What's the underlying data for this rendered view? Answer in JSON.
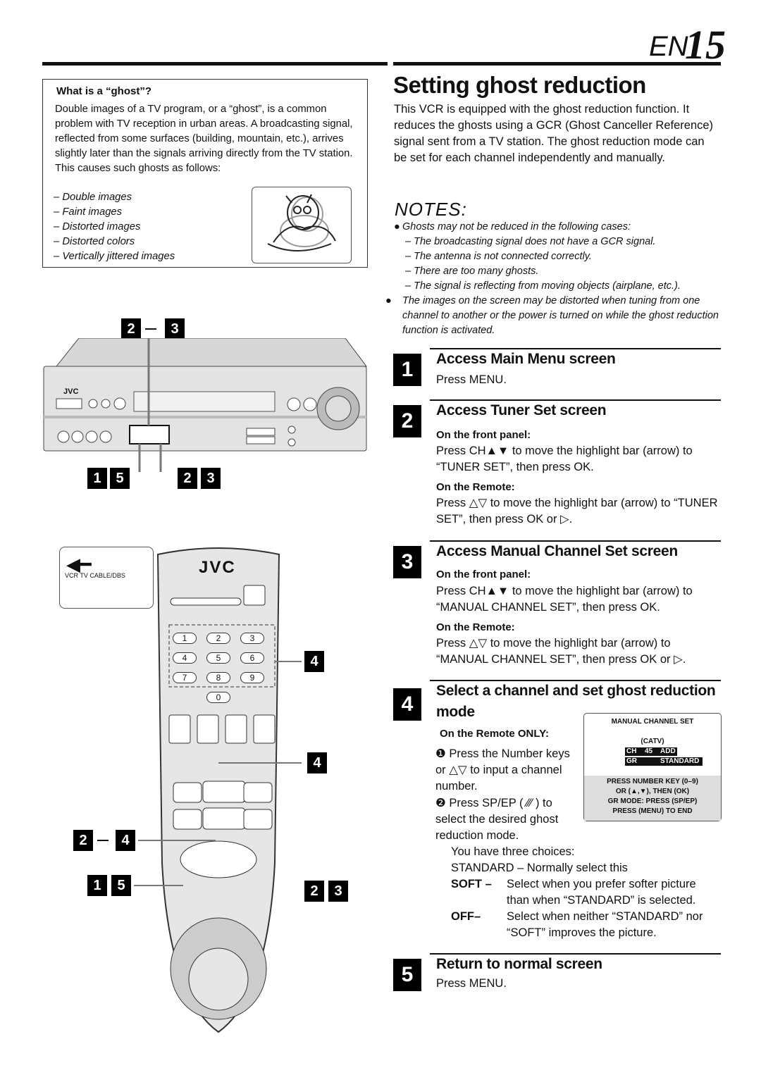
{
  "header": {
    "lang": "EN",
    "page_number": "15"
  },
  "title": "Setting ghost reduction",
  "intro": "This VCR is equipped with the ghost reduction function. It reduces the ghosts using a GCR (Ghost Canceller Reference) signal sent from a TV station. The ghost reduction mode can be set for each channel independently and manually.",
  "ghost_box": {
    "heading": "What is a “ghost”?",
    "text": "Double images of a TV program, or a “ghost”, is a common problem with TV reception in urban areas. A broadcasting signal, reflected from some surfaces (building, mountain, etc.), arrives slightly later than the signals arriving directly from the TV station. This causes such ghosts as follows:",
    "items": [
      "–  Double images",
      "–  Faint images",
      "–  Distorted images",
      "–  Distorted colors",
      "–  Vertically jittered images"
    ]
  },
  "notes": {
    "heading": "NOTES:",
    "n1": "Ghosts may not be reduced in the following cases:",
    "n1_subs": [
      "–  The broadcasting signal does not have a GCR signal.",
      "–  The antenna is not connected correctly.",
      "–  There are too many ghosts.",
      "–  The signal is reflecting from moving objects (airplane, etc.)."
    ],
    "n2": "The images on the screen may be distorted when tuning from one channel to another or the power is turned on while the ghost reduction function is activated."
  },
  "steps": {
    "s1": {
      "num": "1",
      "head": "Access Main Menu screen",
      "text": "Press MENU."
    },
    "s2": {
      "num": "2",
      "head": "Access Tuner Set screen",
      "fp_label": "On the front panel:",
      "fp_text": "Press CH▲▼ to move the highlight bar (arrow) to “TUNER SET”, then press OK.",
      "rm_label": "On the Remote:",
      "rm_text": "Press △▽ to move the highlight bar (arrow) to “TUNER SET”, then press OK or ▷."
    },
    "s3": {
      "num": "3",
      "head": "Access Manual Channel Set screen",
      "fp_label": "On the front panel:",
      "fp_text": "Press CH▲▼ to move the highlight bar (arrow) to “MANUAL CHANNEL SET”, then press OK.",
      "rm_label": "On the Remote:",
      "rm_text": "Press △▽ to move the highlight bar (arrow) to “MANUAL CHANNEL SET”, then press OK or ▷."
    },
    "s4": {
      "num": "4",
      "head1": "Select a channel and set ghost reduction",
      "head2": "mode",
      "label": "On the Remote ONLY:",
      "a": "❶ Press the Number keys or △▽ to input a channel number.",
      "b": "❷ Press SP/EP ( ⁄⁄⁄ ) to select the desired ghost reduction mode.",
      "choices": "You have three choices:",
      "standard": "STANDARD – Normally select this",
      "soft_k": "SOFT –",
      "soft_v": "Select when you prefer softer picture than when “STANDARD” is selected.",
      "off_k": "OFF–",
      "off_v": "Select when neither “STANDARD” nor “SOFT” improves the picture."
    },
    "s5": {
      "num": "5",
      "head": "Return to normal screen",
      "text": "Press MENU."
    }
  },
  "menu_screen": {
    "title": "MANUAL CHANNEL SET",
    "catv": "(CATV)",
    "ch": "CH",
    "ch_val": "45",
    "add": "ADD",
    "gr": "GR",
    "mode": "STANDARD",
    "l1": "PRESS NUMBER KEY (0–9)",
    "l2": "OR (▲,▼), THEN (OK)",
    "l3": "GR MODE: PRESS (SP/EP)",
    "l4": "PRESS (MENU) TO END"
  },
  "figure": {
    "vcr_brand": "JVC",
    "remote_brand": "JVC",
    "switch_labels": "VCR  TV CABLE/DBS",
    "keys": [
      "1",
      "2",
      "3",
      "4",
      "5",
      "6",
      "7",
      "8",
      "9",
      "0"
    ],
    "badges": {
      "b23a": [
        "2",
        "3"
      ],
      "b15a": [
        "1",
        "5"
      ],
      "b23b": [
        "2",
        "3"
      ],
      "b4a": "4",
      "b4b": "4",
      "b24": [
        "2",
        "4"
      ],
      "b15b": [
        "1",
        "5"
      ],
      "b23c": [
        "2",
        "3"
      ]
    }
  }
}
